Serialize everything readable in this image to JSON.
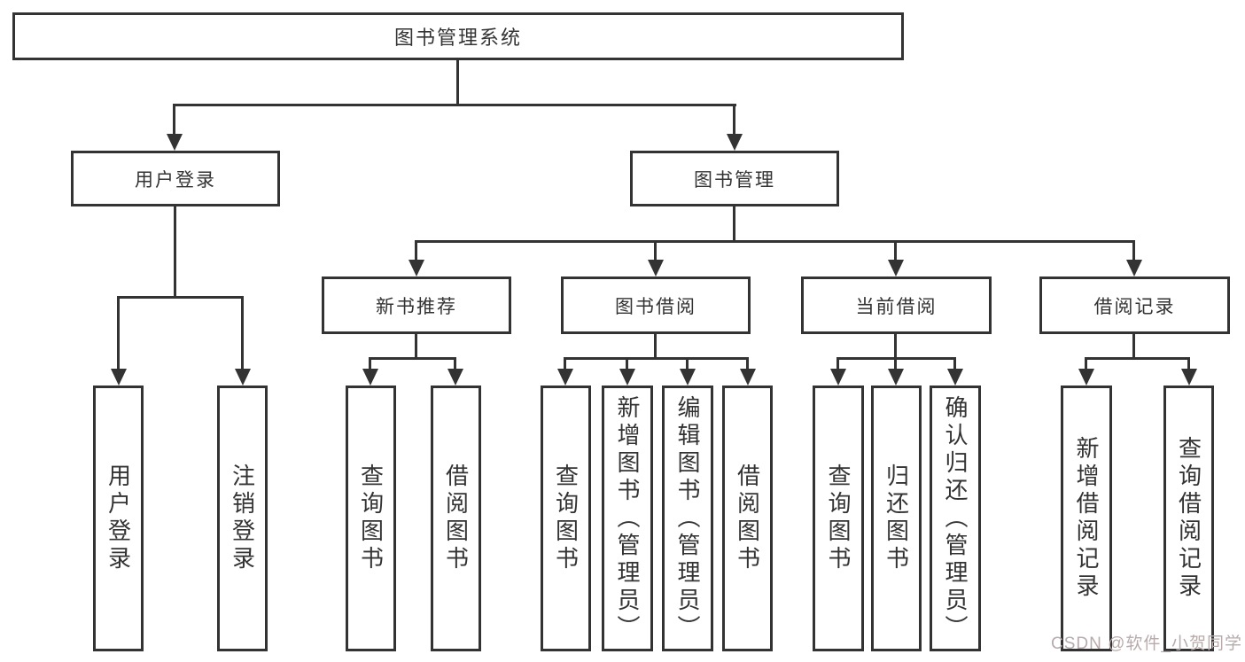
{
  "labels": {
    "root": "图书管理系统",
    "user_login": "用户登录",
    "book_mgmt": "图书管理",
    "new_book_rec": "新书推荐",
    "book_borrow": "图书借阅",
    "current_borrow": "当前借阅",
    "borrow_records": "借阅记录",
    "leaf_user_login": "用户登录",
    "leaf_logout": "注销登录",
    "leaf_nbr_query": "查询图书",
    "leaf_nbr_borrow": "借阅图书",
    "leaf_bb_query": "查询图书",
    "leaf_bb_add": "新增图书（管理员）",
    "leaf_bb_edit": "编辑图书（管理员）",
    "leaf_bb_borrow": "借阅图书",
    "leaf_cb_query": "查询图书",
    "leaf_cb_return": "归还图书",
    "leaf_cb_confirm": "确认归还（管理员）",
    "leaf_br_add": "新增借阅记录",
    "leaf_br_query": "查询借阅记录"
  },
  "hierarchy": {
    "图书管理系统": {
      "用户登录": [
        "用户登录",
        "注销登录"
      ],
      "图书管理": {
        "新书推荐": [
          "查询图书",
          "借阅图书"
        ],
        "图书借阅": [
          "查询图书",
          "新增图书（管理员）",
          "编辑图书（管理员）",
          "借阅图书"
        ],
        "当前借阅": [
          "查询图书",
          "归还图书",
          "确认归还（管理员）"
        ],
        "借阅记录": [
          "新增借阅记录",
          "查询借阅记录"
        ]
      }
    }
  },
  "watermark": {
    "text": "CSDN @软件_小贺同学",
    "color": "#b7abab"
  },
  "colors": {
    "line": "#333333",
    "text": "#333333",
    "background": "#ffffff"
  }
}
